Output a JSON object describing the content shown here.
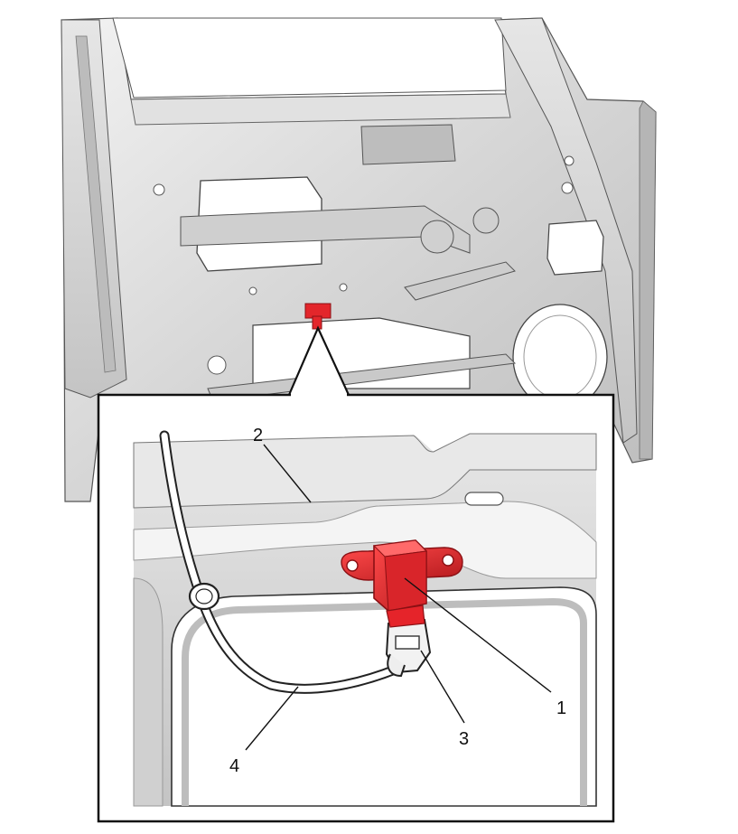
{
  "colors": {
    "sheet_metal": "#d9d9d9",
    "sheet_metal_light": "#ececec",
    "sheet_metal_shadow": "#a9a9a9",
    "outline": "#222222",
    "sensor_red": "#e3262b",
    "sensor_red_dark": "#a31418"
  },
  "callouts": [
    {
      "id": "1",
      "label": "1"
    },
    {
      "id": "2",
      "label": "2"
    },
    {
      "id": "3",
      "label": "3"
    },
    {
      "id": "4",
      "label": "4"
    }
  ]
}
